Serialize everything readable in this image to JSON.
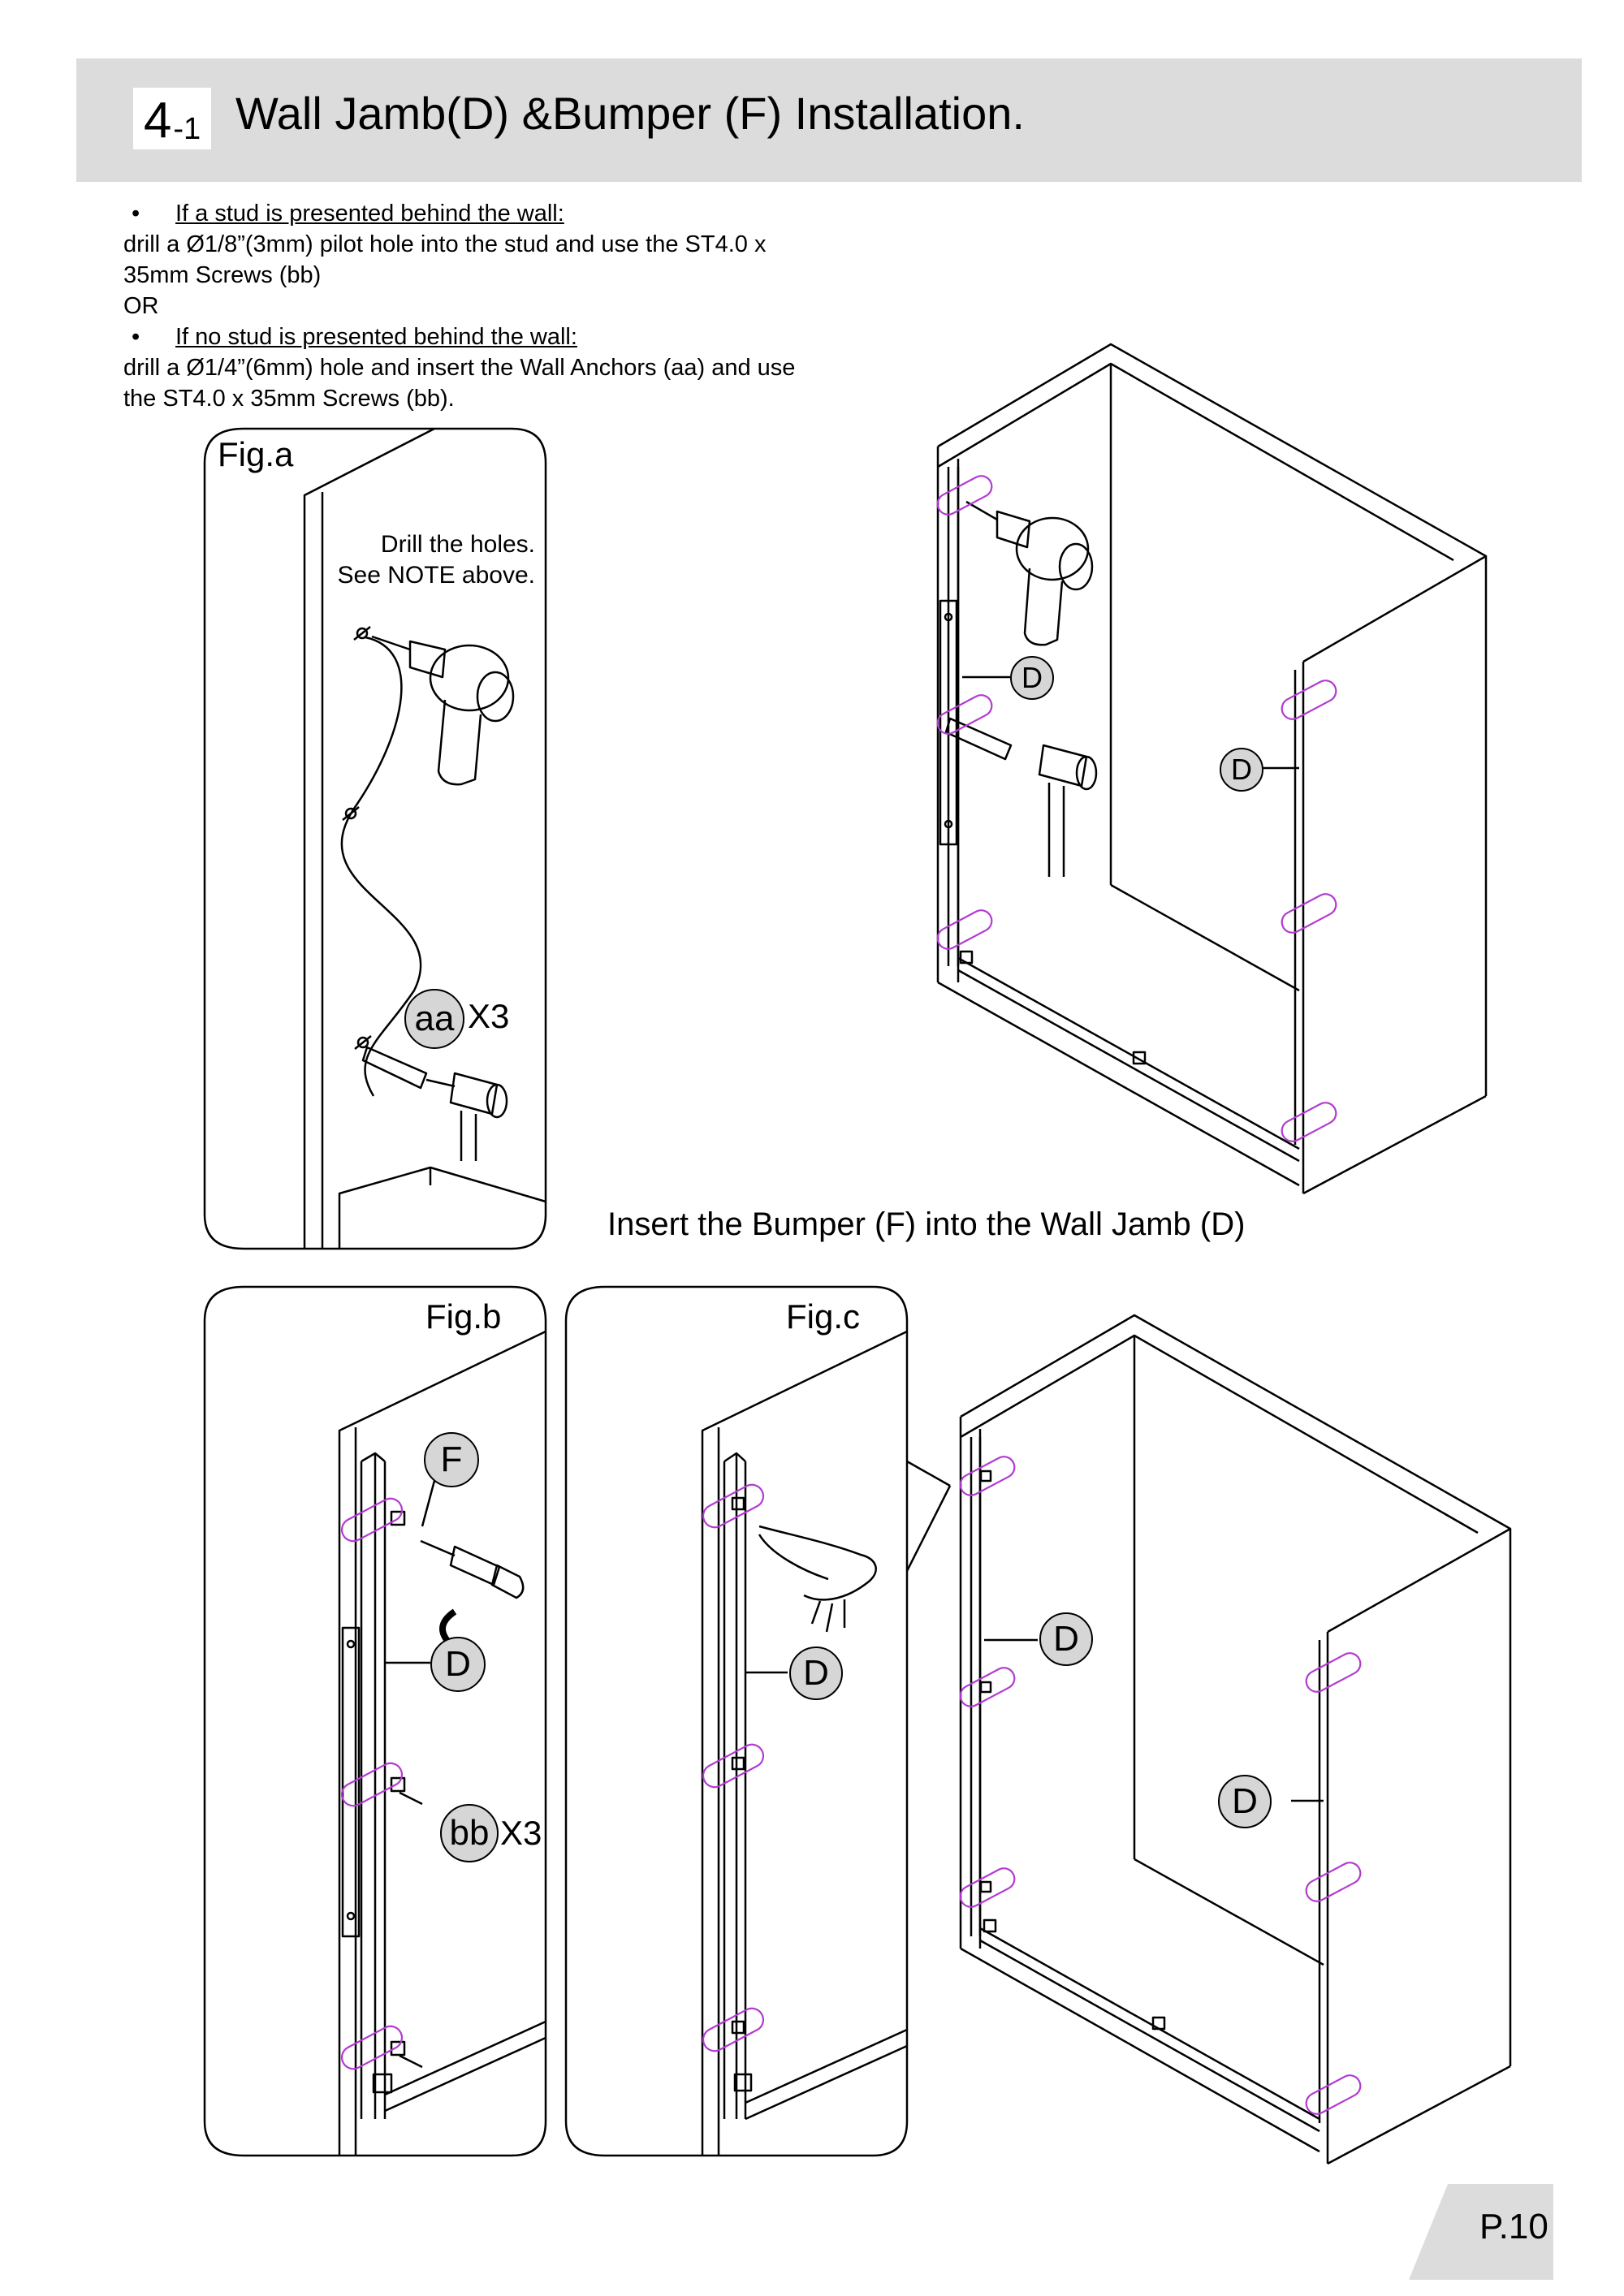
{
  "header": {
    "step_main": "4",
    "step_sub": "-1",
    "title": "Wall Jamb(D) &Bumper (F) Installation."
  },
  "instructions": [
    {
      "bullet": "•",
      "heading": "If a stud is presented behind the wall:"
    },
    {
      "text": "drill a Ø1/8”(3mm) pilot hole into the stud and use the ST4.0 x"
    },
    {
      "text": "35mm  Screws (bb)"
    },
    {
      "text": "OR"
    },
    {
      "bullet": "•",
      "heading": "If no stud is presented behind the wall:"
    },
    {
      "text": "drill a Ø1/4”(6mm) hole and insert the Wall Anchors (aa) and use"
    },
    {
      "text": "the ST4.0 x 35mm Screws (bb)."
    }
  ],
  "fig_a": {
    "label": "Fig.a",
    "note_line1": "Drill the holes.",
    "note_line2": "See NOTE above.",
    "part": "aa",
    "qty": "X3"
  },
  "fig_b": {
    "label": "Fig.b",
    "part_f": "F",
    "part_d": "D",
    "part_bb": "bb",
    "qty": "X3"
  },
  "fig_c": {
    "label": "Fig.c",
    "part_d": "D"
  },
  "overview": {
    "top_d1": "D",
    "top_d2": "D",
    "bottom_d1": "D",
    "bottom_d2": "D"
  },
  "caption": "Insert the Bumper (F) into the Wall Jamb (D)",
  "page": "P.10",
  "colors": {
    "header_bg": "#dcdcdc",
    "part_circle": "#d6d6d6",
    "guide_marks": "#b23bd1"
  }
}
